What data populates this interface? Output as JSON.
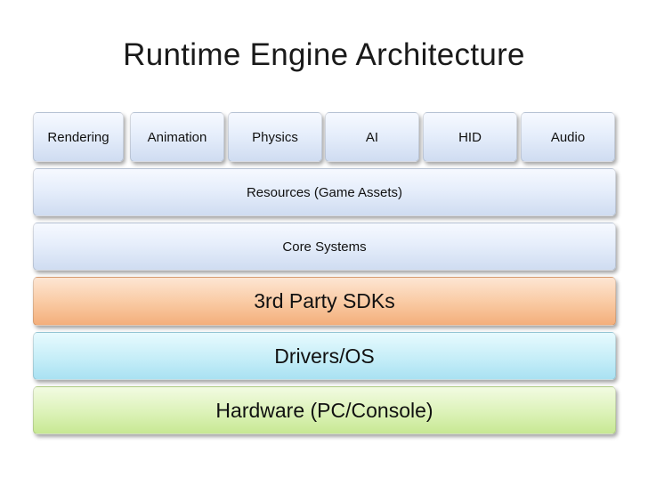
{
  "title": "Runtime Engine Architecture",
  "top_row": [
    {
      "label": "Rendering"
    },
    {
      "label": "Animation"
    },
    {
      "label": "Physics"
    },
    {
      "label": "AI"
    },
    {
      "label": "HID"
    },
    {
      "label": "Audio"
    }
  ],
  "layers": {
    "resources": "Resources (Game Assets)",
    "core": "Core Systems",
    "sdks": "3rd Party SDKs",
    "drivers": "Drivers/OS",
    "hardware": "Hardware (PC/Console)"
  },
  "colors": {
    "blue_layer": "#e6eefb",
    "orange_layer": "#f9c9a1",
    "cyan_layer": "#c6eef8",
    "green_layer": "#dcf2b8"
  }
}
